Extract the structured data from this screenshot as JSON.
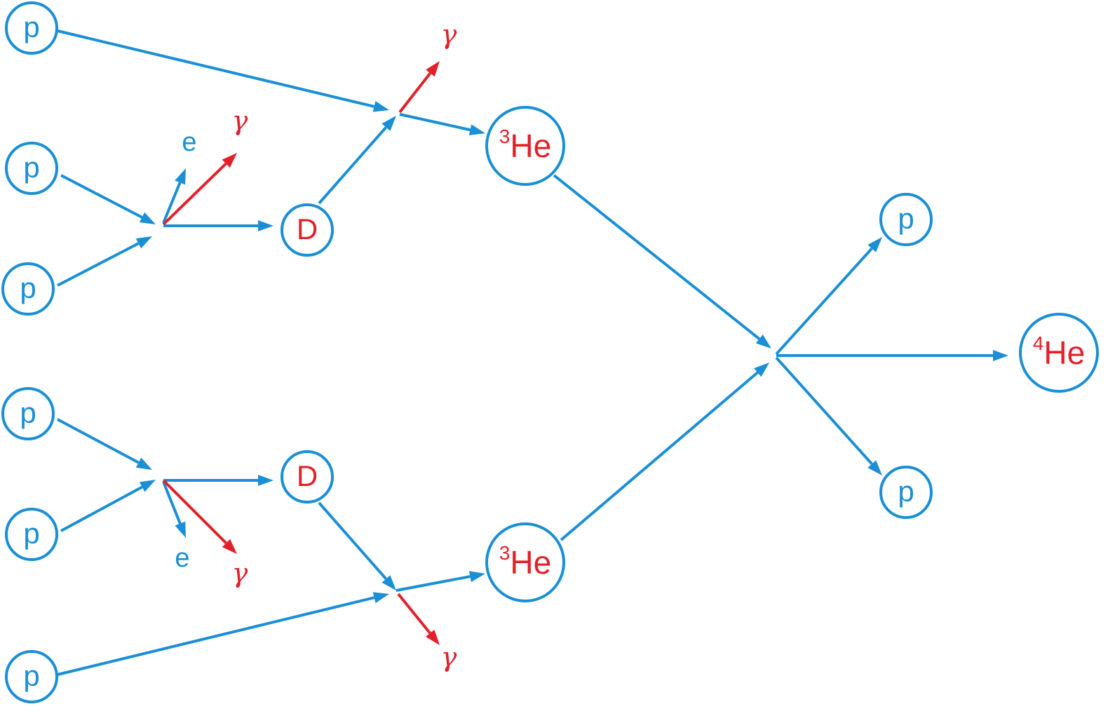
{
  "colors": {
    "particle": "#1a8fd6",
    "product": "#e3202a"
  },
  "nodes": [
    {
      "id": "p1",
      "label": "p",
      "sup": "",
      "color": "particle"
    },
    {
      "id": "p2",
      "label": "p",
      "sup": "",
      "color": "particle"
    },
    {
      "id": "p3",
      "label": "p",
      "sup": "",
      "color": "particle"
    },
    {
      "id": "p4",
      "label": "p",
      "sup": "",
      "color": "particle"
    },
    {
      "id": "p5",
      "label": "p",
      "sup": "",
      "color": "particle"
    },
    {
      "id": "p6",
      "label": "p",
      "sup": "",
      "color": "particle"
    },
    {
      "id": "d1",
      "label": "D",
      "sup": "",
      "color": "product"
    },
    {
      "id": "d2",
      "label": "D",
      "sup": "",
      "color": "product"
    },
    {
      "id": "he3a",
      "label": "He",
      "sup": "3",
      "color": "product"
    },
    {
      "id": "he3b",
      "label": "He",
      "sup": "3",
      "color": "product"
    },
    {
      "id": "he4",
      "label": "He",
      "sup": "4",
      "color": "product"
    },
    {
      "id": "pout1",
      "label": "p",
      "sup": "",
      "color": "particle"
    },
    {
      "id": "pout2",
      "label": "p",
      "sup": "",
      "color": "particle"
    }
  ],
  "emissions": [
    {
      "id": "e1",
      "label": "e",
      "color": "particle"
    },
    {
      "id": "g1",
      "label": "γ",
      "color": "product"
    },
    {
      "id": "e2",
      "label": "e",
      "color": "particle"
    },
    {
      "id": "g2",
      "label": "γ",
      "color": "product"
    },
    {
      "id": "g3",
      "label": "γ",
      "color": "product"
    },
    {
      "id": "g4",
      "label": "γ",
      "color": "product"
    }
  ]
}
